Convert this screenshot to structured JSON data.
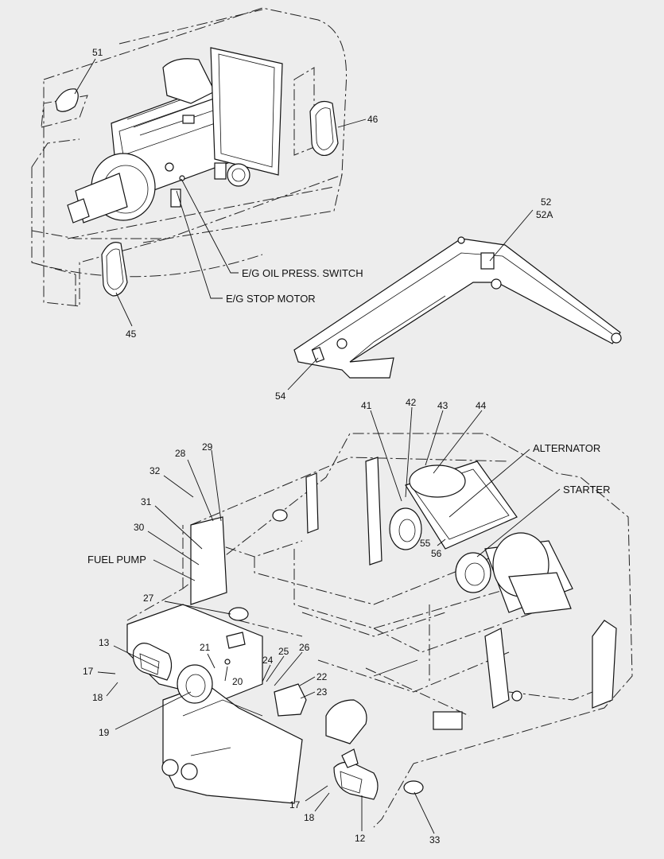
{
  "top_view": {
    "callouts": {
      "c51": "51",
      "c46": "46",
      "c45": "45",
      "oil_press": "E/G OIL PRESS. SWITCH",
      "stop_motor": "E/G STOP MOTOR"
    }
  },
  "boom_view": {
    "callouts": {
      "c52": "52",
      "c52a": "52A",
      "c54": "54"
    }
  },
  "main_view": {
    "callouts": {
      "c41": "41",
      "c42": "42",
      "c43": "43",
      "c44": "44",
      "alternator": "ALTERNATOR",
      "starter": "STARTER",
      "c29": "29",
      "c28": "28",
      "c32": "32",
      "c31": "31",
      "c30": "30",
      "fuel_pump": "FUEL PUMP",
      "c55": "55",
      "c56": "56",
      "c27": "27",
      "c13": "13",
      "c17a": "17",
      "c18a": "18",
      "c21": "21",
      "c20": "20",
      "c25": "25",
      "c24": "24",
      "c26": "26",
      "c22": "22",
      "c23": "23",
      "c19": "19",
      "c17b": "17",
      "c18b": "18",
      "c12": "12",
      "c33": "33"
    }
  }
}
